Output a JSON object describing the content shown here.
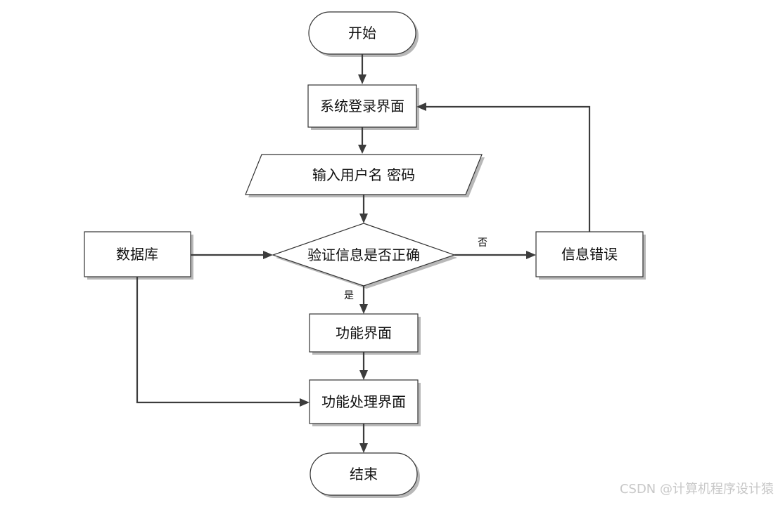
{
  "diagram": {
    "nodes": {
      "start": "开始",
      "login": "系统登录界面",
      "input": "输入用户名 密码",
      "verify": "验证信息是否正确",
      "database": "数据库",
      "error": "信息错误",
      "function": "功能界面",
      "processing": "功能处理界面",
      "end": "结束"
    },
    "edge_labels": {
      "no": "否",
      "yes": "是"
    }
  },
  "watermark": "CSDN @计算机程序设计猿"
}
